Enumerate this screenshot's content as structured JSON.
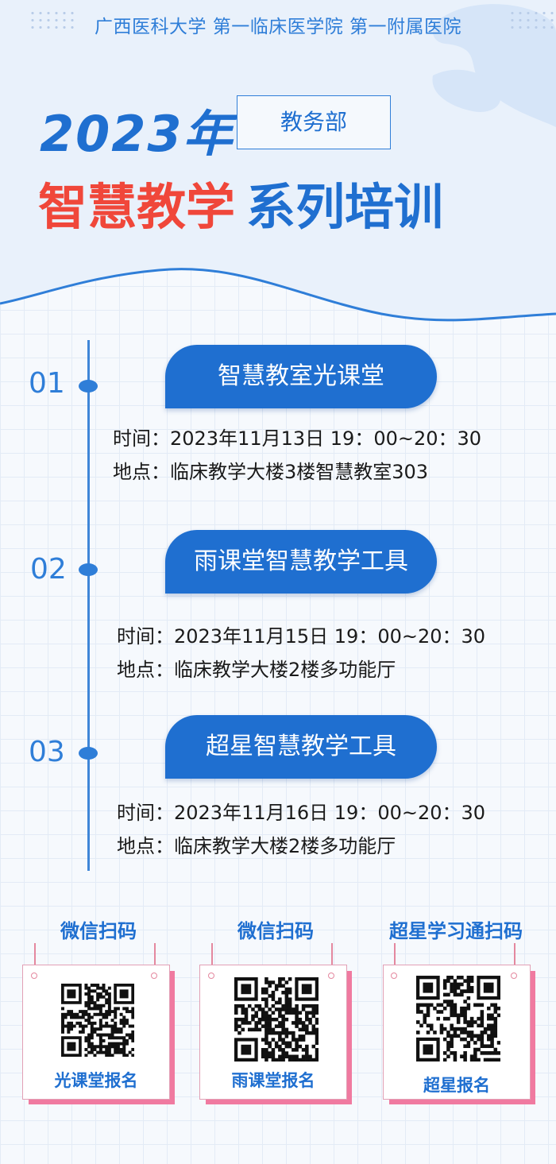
{
  "header": {
    "university": "广西医科大学 第一临床医学院 第一附属医院",
    "year": "2023年",
    "department": "教务部",
    "title_part1": "智慧教学",
    "title_part2": "系列培训"
  },
  "colors": {
    "primary_blue": "#1f6fd0",
    "accent_red": "#f0473a",
    "card_pink": "#f07aa0"
  },
  "sessions": [
    {
      "number": "01",
      "title": "智慧教室光课堂",
      "time": "时间：2023年11月13日   19：00~20：30",
      "location": "地点：临床教学大楼3楼智慧教室303"
    },
    {
      "number": "02",
      "title": "雨课堂智慧教学工具",
      "time": "时间：2023年11月15日  19：00~20：30",
      "location": "地点：临床教学大楼2楼多功能厅"
    },
    {
      "number": "03",
      "title": "超星智慧教学工具",
      "time": "时间：2023年11月16日  19：00~20：30",
      "location": "地点：临床教学大楼2楼多功能厅"
    }
  ],
  "qr_cards": [
    {
      "heading": "微信扫码",
      "label": "光课堂报名",
      "icon": "qr-code-icon"
    },
    {
      "heading": "微信扫码",
      "label": "雨课堂报名",
      "icon": "qr-code-icon"
    },
    {
      "heading": "超星学习通扫码",
      "label": "超星报名",
      "icon": "qr-code-icon"
    }
  ]
}
